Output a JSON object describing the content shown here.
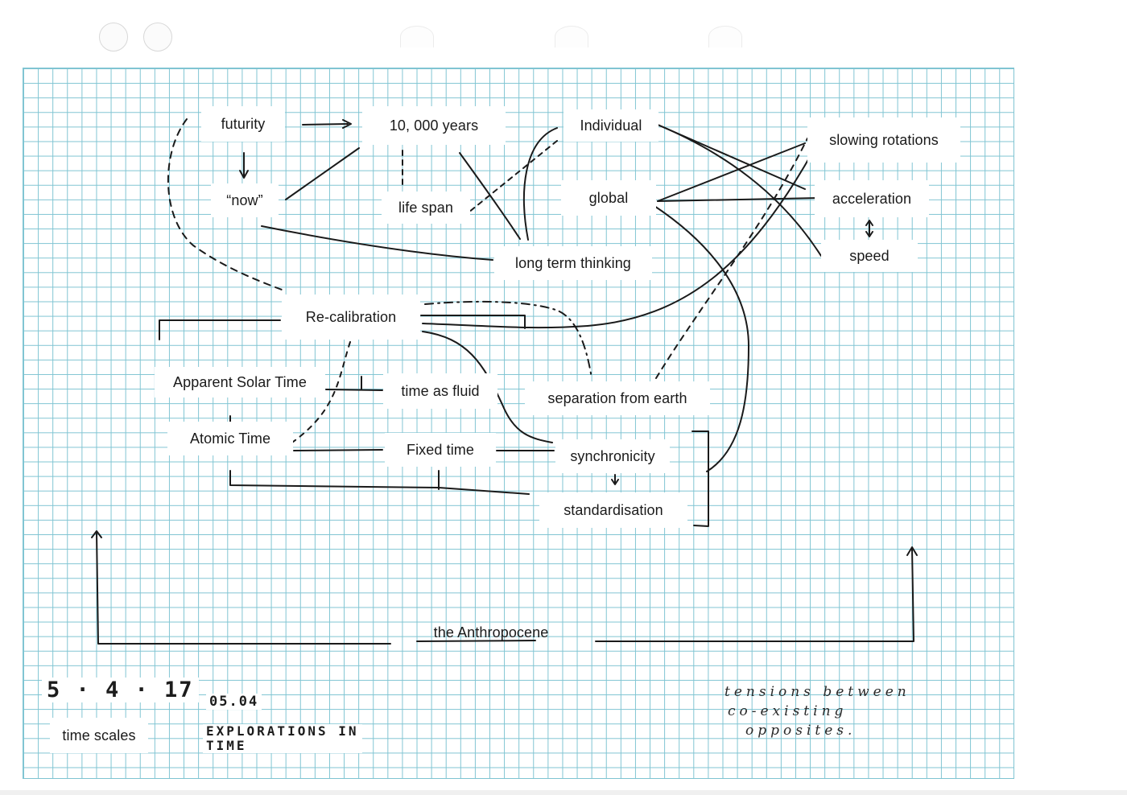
{
  "nodes": {
    "futurity": "futurity",
    "ten_thousand_years": "10, 000 years",
    "individual": "Individual",
    "slowing_rotations": "slowing rotations",
    "now": "“now”",
    "life_span": "life span",
    "global": "global",
    "acceleration": "acceleration",
    "speed": "speed",
    "long_term_thinking": "long term thinking",
    "recalibration": "Re-calibration",
    "apparent_solar_time": "Apparent Solar Time",
    "time_as_fluid": "time as fluid",
    "separation_from_earth": "separation from earth",
    "atomic_time": "Atomic Time",
    "fixed_time": "Fixed time",
    "synchronicity": "synchronicity",
    "standardisation": "standardisation",
    "anthropocene": "the Anthropocene",
    "time_scales": "time scales"
  },
  "stamps": {
    "date": "5 · 4 · 17",
    "code": "05.04",
    "title_line1": "EXPLORATIONS  IN",
    "title_line2": "TIME"
  },
  "handwritten_note": {
    "line1": "tensions   between",
    "line2": "co-existing",
    "line3": "opposites."
  },
  "colors": {
    "grid": "#7fc4d2",
    "ink": "#1a1a1a",
    "paper": "#ffffff"
  }
}
